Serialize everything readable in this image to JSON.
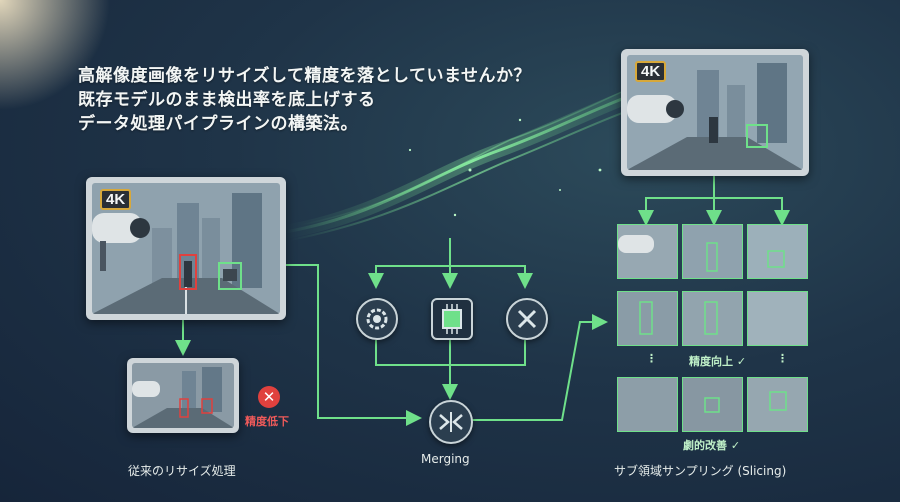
{
  "headline": [
    "高解像度画像をリサイズして精度を落としていませんか？",
    "既存モデルのまま検出率を底上げする",
    "データ処理パイプラインの構築法。"
  ],
  "badges": {
    "input_4k": "4K",
    "output_4k": "4K"
  },
  "legacy": {
    "caption": "従来のリサイズ処理",
    "warning": "精度低下",
    "x_mark": "✕"
  },
  "merging": {
    "caption": "Merging",
    "icons": [
      "gear-icon",
      "chip-icon",
      "tools-icon"
    ]
  },
  "slicing": {
    "caption": "サブ領域サンプリング (Slicing)",
    "note_accuracy": "精度向上 ✓",
    "note_improve": "劇的改善 ✓",
    "ellipsis": "⋮"
  },
  "colors": {
    "accent_green": "#6fe08a",
    "warning_red": "#e0413e",
    "badge_gold": "#d7a83a"
  }
}
